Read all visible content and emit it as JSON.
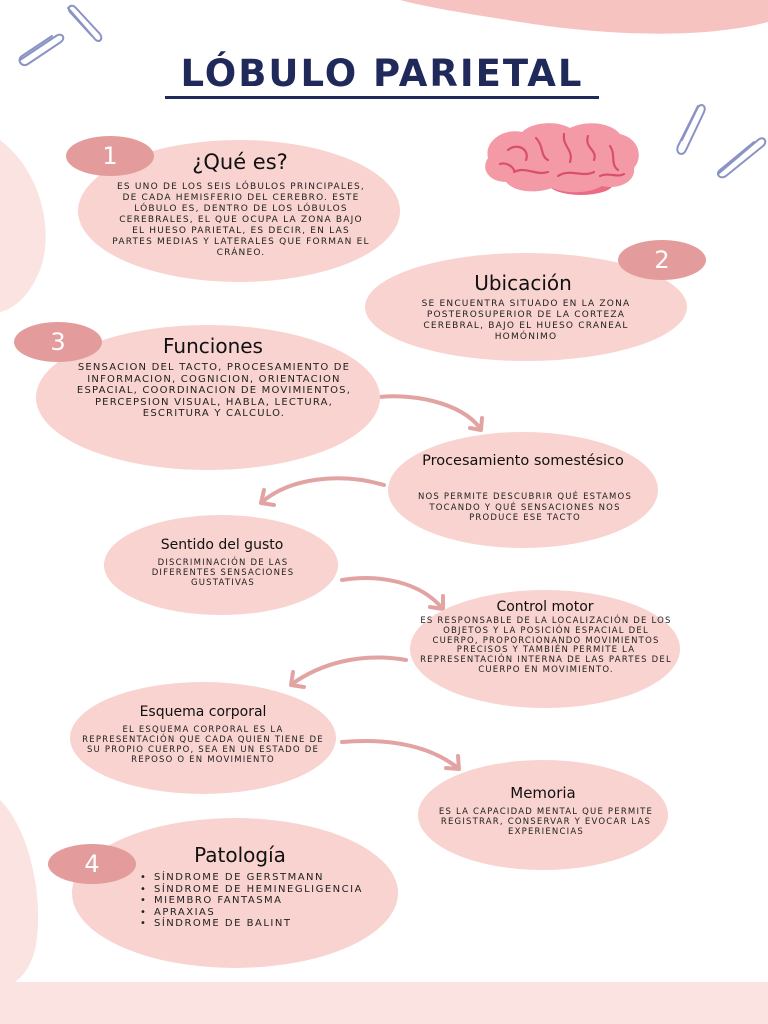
{
  "title": "LÓBULO PARIETAL",
  "colors": {
    "blob": "#f8d3cf",
    "badge": "#e39b9b",
    "title": "#1f2a5a",
    "arrow": "#e2a3a3"
  },
  "icons": [
    "paperclip-icon",
    "brain-icon"
  ],
  "sections": {
    "que_es": {
      "number": "1",
      "heading": "¿Qué es?",
      "text": "Es uno de los seis lóbulos principales, de cada hemisferio del cerebro. Este lóbulo es, dentro de los lóbulos cerebrales, el que ocupa la zona bajo el hueso parietal, es decir, en las partes medias y laterales que forman el cráneo."
    },
    "ubicacion": {
      "number": "2",
      "heading": "Ubicación",
      "text": "Se encuentra situado en la zona posterosuperior de la corteza cerebral, bajo el hueso craneal homónimo"
    },
    "funciones": {
      "number": "3",
      "heading": "Funciones",
      "text": "Sensacion del tacto, procesamiento de informacion, cognicion, orientacion espacial, coordinacion de movimientos, percepsion visual, habla, lectura, escritura y calculo."
    },
    "procesamiento": {
      "heading": "Procesamiento somestésico",
      "text": "Nos permite descubrir qué estamos tocando y qué sensaciones nos produce ese tacto"
    },
    "gusto": {
      "heading": "Sentido del gusto",
      "text": "Discriminación de las diferentes sensaciones gustativas"
    },
    "control": {
      "heading": "Control motor",
      "text": "Es responsable de la localización de los objetos y la posición espacial del cuerpo, proporcionando movimientos precisos y también permite la representación interna de las partes del cuerpo en movimiento."
    },
    "esquema": {
      "heading": "Esquema corporal",
      "text": "El esquema corporal es la representación que cada quien tiene de su propio cuerpo, sea en un estado de reposo o en movimiento"
    },
    "memoria": {
      "heading": "Memoria",
      "text": "Es la capacidad mental que permite registrar, conservar y evocar las experiencias"
    },
    "patologia": {
      "number": "4",
      "heading": "Patología",
      "items": [
        "Síndrome de Gerstmann",
        "Síndrome de Heminegligencia",
        "Miembro fantasma",
        "Apraxias",
        "Síndrome de Balint"
      ]
    }
  }
}
